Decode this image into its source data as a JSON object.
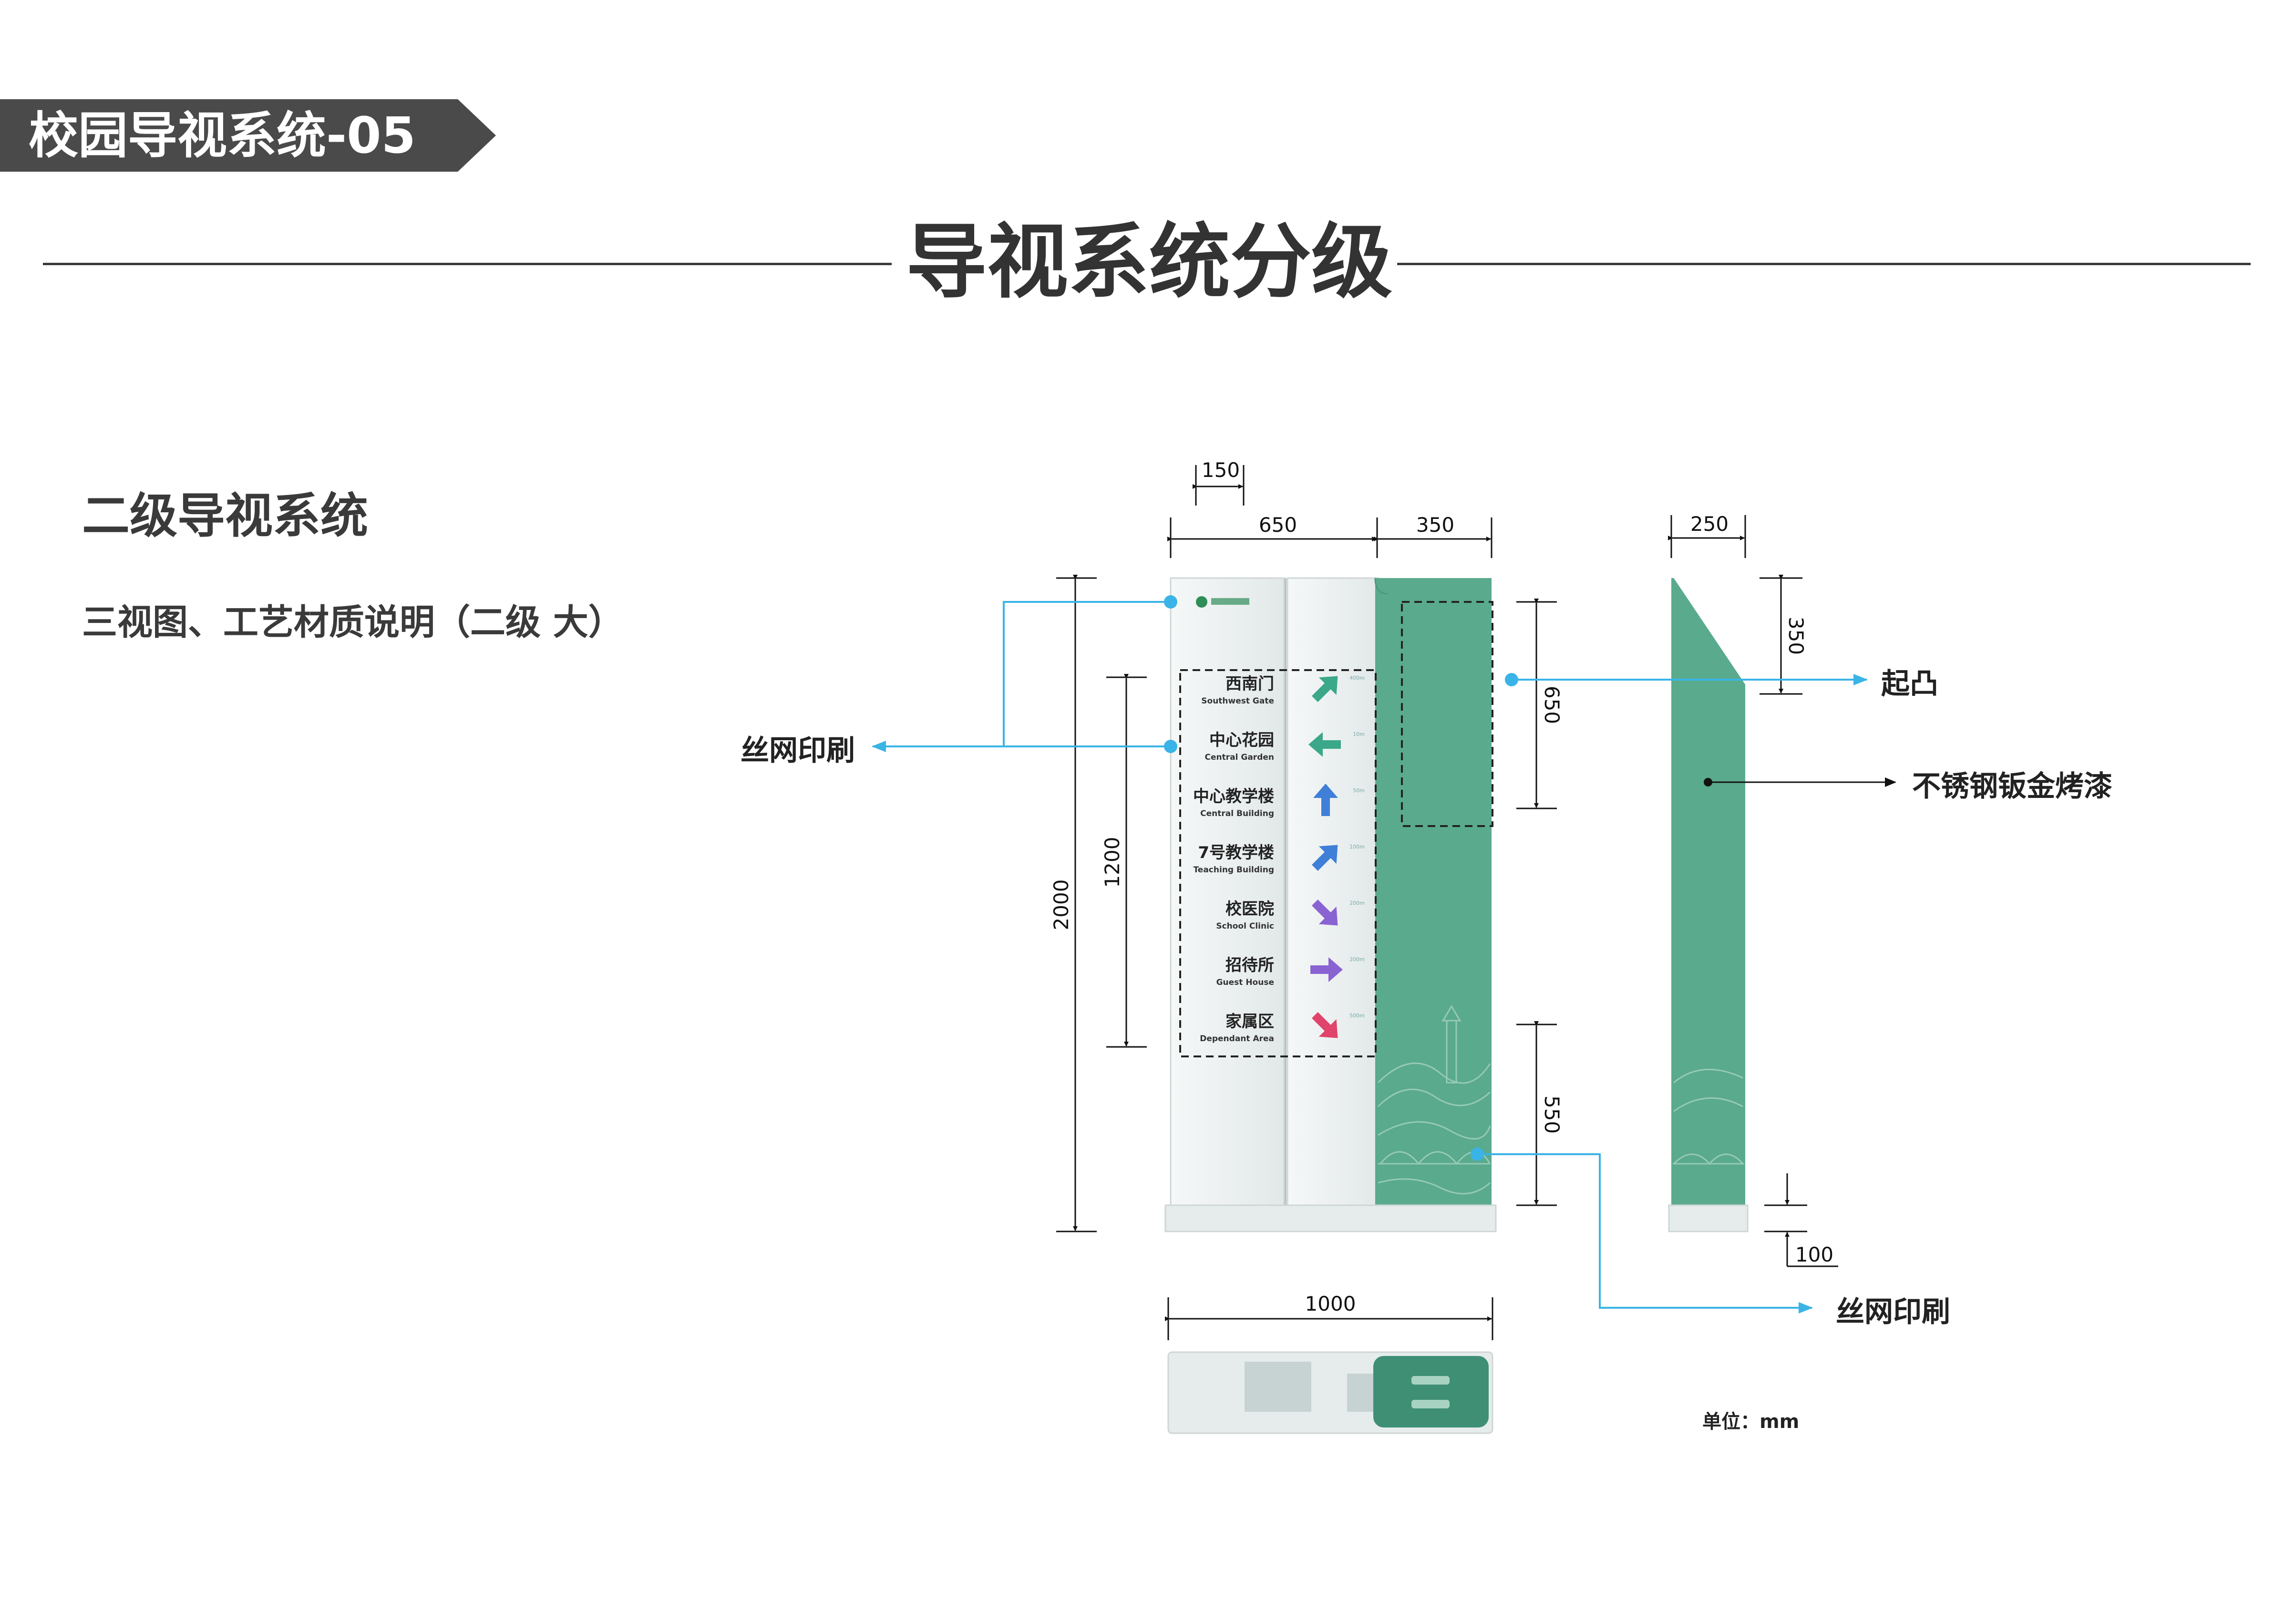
{
  "header": {
    "tag_label": "校园导视系统-05",
    "title": "导视系统分级"
  },
  "section": {
    "heading": "二级导视系统",
    "subheading": "三视图、工艺材质说明（二级 大）"
  },
  "callouts": {
    "left_print": "丝网印刷",
    "raised": "起凸",
    "material": "不锈钢钣金烤漆",
    "bottom_print": "丝网印刷"
  },
  "unit_label": "单位：mm",
  "dimensions": {
    "d150": "150",
    "d650_top": "650",
    "d350_top": "350",
    "d250": "250",
    "d2000": "2000",
    "d1200": "1200",
    "d650_side": "650",
    "d550": "550",
    "d350_side": "350",
    "d100": "100",
    "d1000": "1000"
  },
  "directory": [
    {
      "cn": "西南门",
      "en": "Southwest Gate",
      "dist": "400m",
      "color": "#3aa889"
    },
    {
      "cn": "中心花园",
      "en": "Central Garden",
      "dist": "10m",
      "color": "#3aa889"
    },
    {
      "cn": "中心教学楼",
      "en": "Central Building",
      "dist": "50m",
      "color": "#3f7fd8"
    },
    {
      "cn": "7号教学楼",
      "en": "Teaching Building",
      "dist": "100m",
      "color": "#3f7fd8"
    },
    {
      "cn": "校医院",
      "en": "School Clinic",
      "dist": "200m",
      "color": "#8a63d2"
    },
    {
      "cn": "招待所",
      "en": "Guest House",
      "dist": "200m",
      "color": "#8a63d2"
    },
    {
      "cn": "家属区",
      "en": "Dependant Area",
      "dist": "500m",
      "color": "#e0436b"
    }
  ],
  "colors": {
    "sign_green": "#5aaa8d",
    "sign_green_dark": "#3f8f74",
    "panel_white": "#eef2f2",
    "leader_blue": "#3ab4e6",
    "header_dark": "#4a4a4a"
  },
  "icons": {
    "logo": "university-logo-icon"
  }
}
